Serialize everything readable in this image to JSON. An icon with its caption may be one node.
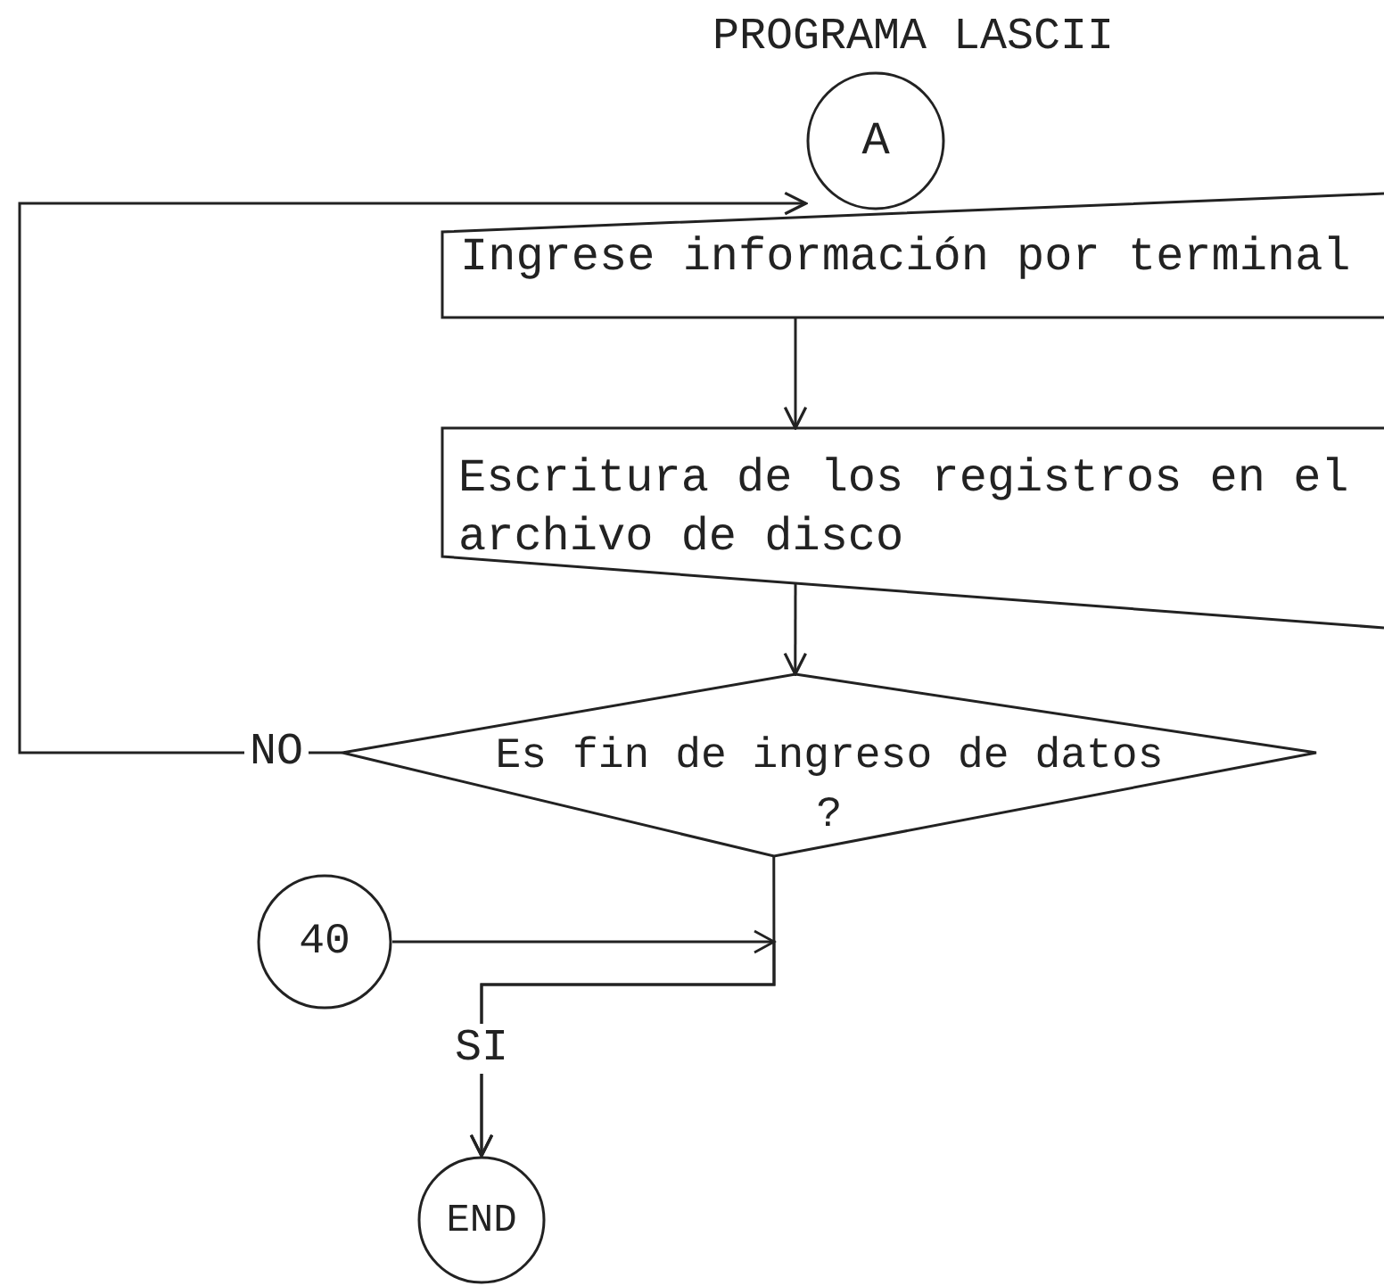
{
  "diagram": {
    "title": "PROGRAMA LASCII",
    "nodes": [
      {
        "text": [
          "A"
        ]
      },
      {
        "text": [
          "Ingrese información por terminal"
        ]
      },
      {
        "text": [
          "Escritura de los registros en el archivo de disco"
        ]
      },
      {
        "text": [
          "Es fin de ingreso de datos ?"
        ]
      },
      {
        "text": [
          "40"
        ]
      },
      {
        "text": [
          "END"
        ]
      }
    ],
    "edges": [
      {
        "from": 1,
        "to": 2,
        "arrow": "to"
      },
      {
        "from": 2,
        "to": 3,
        "arrow": "to"
      },
      {
        "from": 3,
        "to": 1,
        "label": "NO",
        "arrow": "to"
      },
      {
        "from": 3,
        "to": 5,
        "label": "SI",
        "arrow": "to"
      },
      {
        "from": 4,
        "to": 5,
        "arrow": "to"
      }
    ]
  }
}
